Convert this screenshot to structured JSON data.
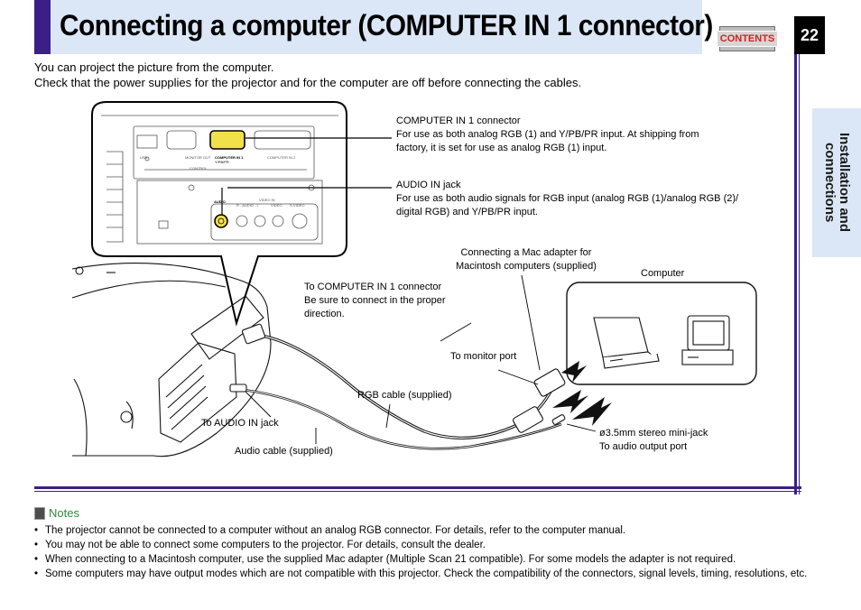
{
  "header": {
    "title": "Connecting a computer (COMPUTER IN 1 connector)",
    "contents_label": "CONTENTS",
    "page_number": "22"
  },
  "side_tab": {
    "label": "Installation and\nconnections"
  },
  "intro": {
    "line1": "You can project the picture from the computer.",
    "line2": "Check that the power supplies for the projector and for the computer are off before connecting the cables."
  },
  "callouts": {
    "computer_in_title": "COMPUTER IN 1 connector",
    "computer_in_line1": "For use as both analog RGB (1) and Y/PB/PR input. At shipping from",
    "computer_in_line2": "factory, it is set for use as analog RGB (1) input.",
    "audio_in_title": "AUDIO IN jack",
    "audio_in_line1": "For use as both audio signals for RGB input (analog RGB (1)/analog RGB (2)/",
    "audio_in_line2": "digital RGB) and Y/PB/PR input."
  },
  "diagram_labels": {
    "mac_adapter_line1": "Connecting a Mac adapter for",
    "mac_adapter_line2": "Macintosh computers (supplied)",
    "computer": "Computer",
    "to_computer_in_line1": "To COMPUTER IN 1 connector",
    "to_computer_in_line2": "Be sure to connect in the proper",
    "to_computer_in_line3": "direction.",
    "to_monitor_port": "To monitor port",
    "rgb_cable": "RGB cable (supplied)",
    "to_audio_in": "To AUDIO IN jack",
    "audio_cable": "Audio cable (supplied)",
    "stereo_jack": "ø3.5mm stereo mini-jack",
    "to_audio_output": "To audio output port",
    "panel_usb": "USB",
    "panel_monitor_out": "MONITOR OUT",
    "panel_computer_in1": "COMPUTER IN 1",
    "panel_ypbpr": "Y/PB/PR",
    "panel_computer_in2": "COMPUTER IN 2",
    "panel_control": "CONTROL",
    "panel_audio": "AUDIO",
    "panel_video_in": "VIDEO IN",
    "panel_r_audio_l": "R - AUDIO - L",
    "panel_video": "VIDEO",
    "panel_s_video": "S-VIDEO"
  },
  "notes": {
    "heading": "Notes",
    "items": [
      "The projector cannot be connected to a computer without an analog RGB connector. For details, refer to the computer manual.",
      "You may not be able to connect some computers to the projector. For details, consult the dealer.",
      "When connecting to a Macintosh computer, use the supplied Mac adapter (Multiple Scan 21 compatible). For some models the adapter is not required.",
      "Some computers may have output modes which are not compatible with this projector. Check the compatibility of the connectors, signal levels, timing, resolutions, etc."
    ]
  },
  "colors": {
    "accent": "#3c1f86",
    "title_bg": "#dbe7f7",
    "notes": "#2e8b3a",
    "contents_text": "#d42020"
  }
}
